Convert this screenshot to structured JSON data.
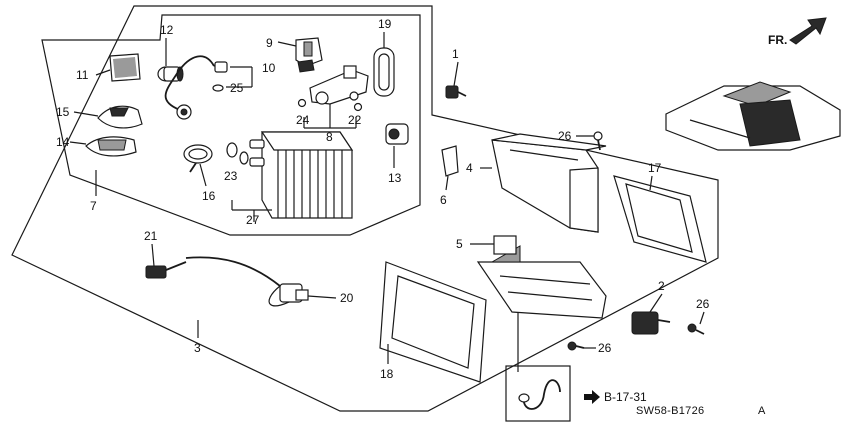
{
  "callouts": {
    "c2": "2",
    "c3": "3",
    "c4": "4",
    "c5": "5",
    "c6": "6",
    "c7": "7",
    "c8": "8",
    "c9": "9",
    "c10": "10",
    "c11": "11",
    "c12": "12",
    "c13": "13",
    "c14": "14",
    "c15": "15",
    "c16": "16",
    "c17": "17",
    "c18": "18",
    "c19": "19",
    "c20": "20",
    "c21": "21",
    "c22": "22",
    "c23": "23",
    "c24": "24",
    "c25": "25",
    "c26a": "26",
    "c26b": "26",
    "c26c": "26",
    "c27": "27",
    "c1": "1"
  },
  "reference": "B-17-31",
  "direction_label": "FR.",
  "diagram_code": "SW58-B1726",
  "diagram_code_suffix": "A"
}
